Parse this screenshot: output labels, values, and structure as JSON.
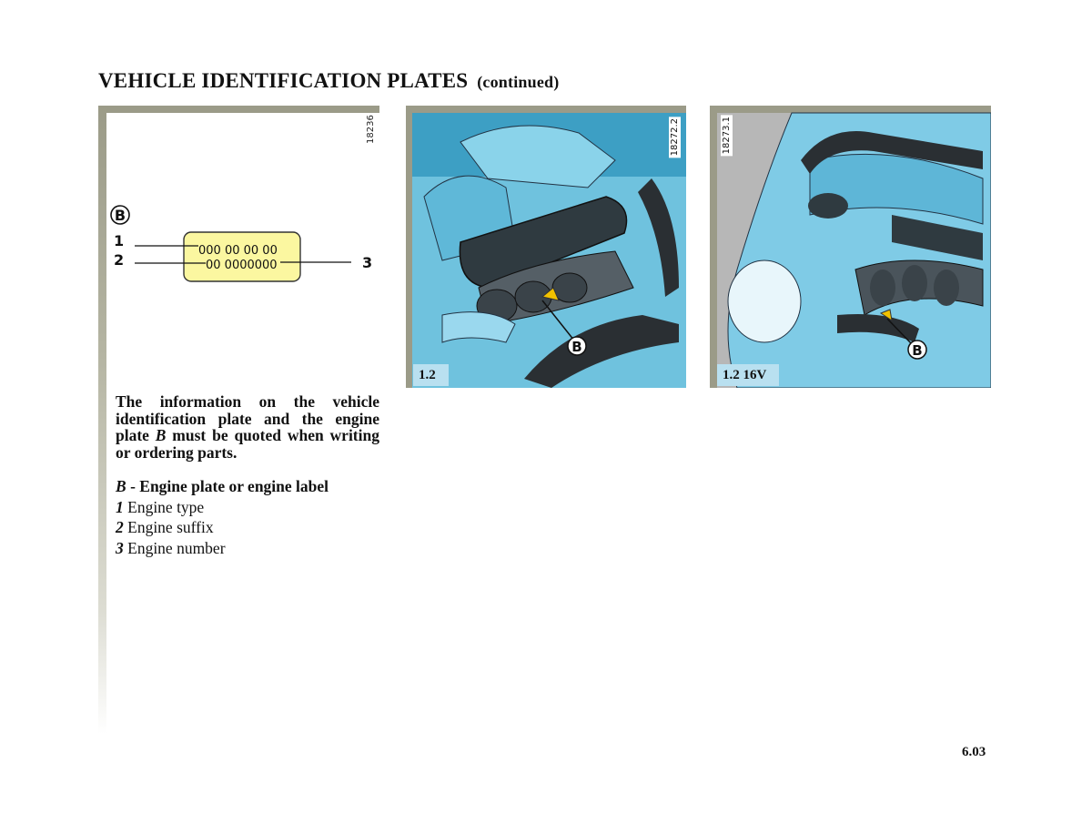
{
  "header": {
    "title": "VEHICLE IDENTIFICATION PLATES",
    "subtitle": "(continued)"
  },
  "diagram": {
    "ref": "18236",
    "plate_letter": "B",
    "callouts": [
      "1",
      "2",
      "3"
    ],
    "line1": "000 00 00 00",
    "line2": "00 0000000"
  },
  "photos": [
    {
      "label": "1.2",
      "ref": "18272.2",
      "marker": "B"
    },
    {
      "label": "1.2 16V",
      "ref": "18273.1",
      "marker": "B"
    }
  ],
  "body": {
    "paragraph_parts": [
      "The information on the vehicle identification plate and the engine plate ",
      "B",
      " must be quoted when writing or ordering parts."
    ]
  },
  "legend": [
    {
      "key": "B",
      "sep": " - ",
      "text": "Engine plate or engine label",
      "bold": true
    },
    {
      "key": "1",
      "sep": " ",
      "text": "Engine type",
      "bold": false
    },
    {
      "key": "2",
      "sep": " ",
      "text": "Engine suffix",
      "bold": false
    },
    {
      "key": "3",
      "sep": " ",
      "text": "Engine number",
      "bold": false
    }
  ],
  "page": {
    "number": "6.03"
  }
}
